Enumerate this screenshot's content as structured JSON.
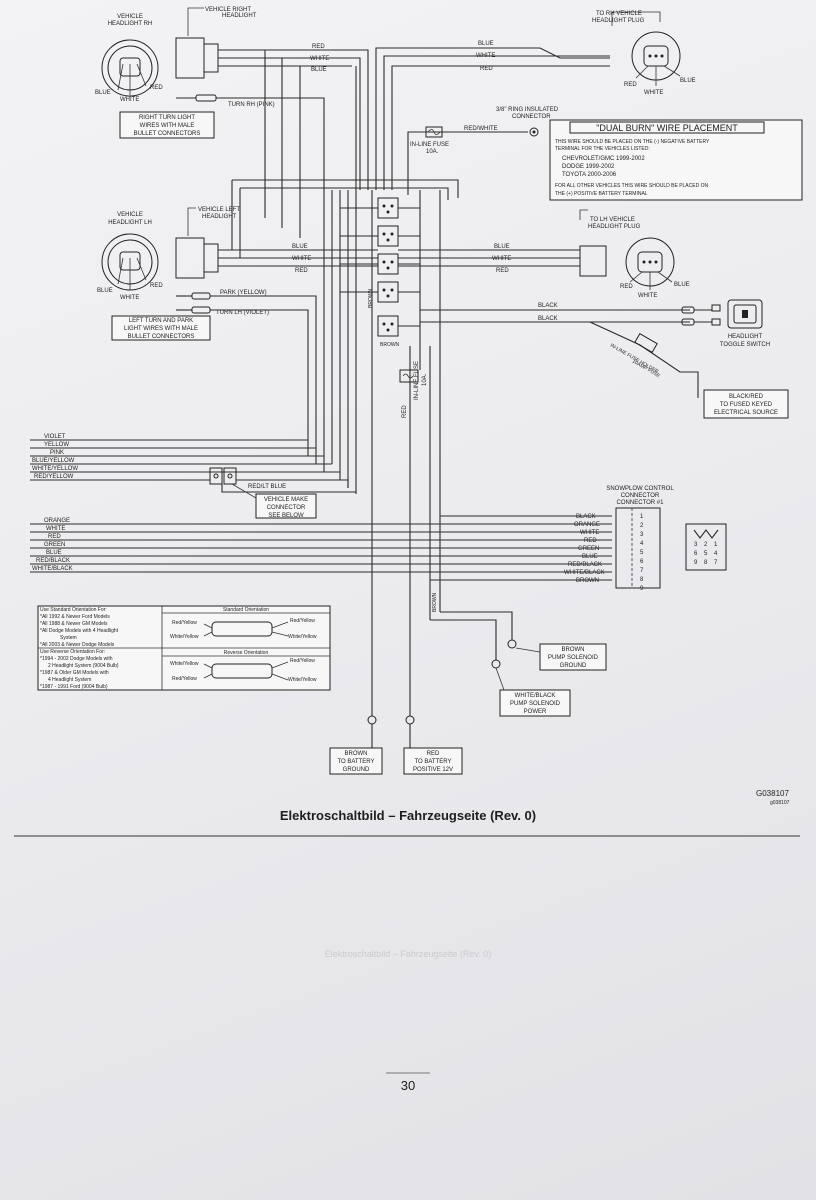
{
  "caption": "Elektroschaltbild – Fahrzeugseite (Rev. 0)",
  "drawing_number": "G038107",
  "drawing_number_small": "g038107",
  "page_number": "30",
  "faded_caption": "Elektroschaltbild – Fahrzeugseite (Rev. 0)",
  "labels": {
    "veh_hl_rh": [
      "VEHICLE",
      "HEADLIGHT RH"
    ],
    "veh_right_hl": [
      "VEHICLE RIGHT",
      "HEADLIGHT"
    ],
    "to_rh_plug": [
      "TO RH VEHICLE",
      "HEADLIGHT PLUG"
    ],
    "veh_hl_lh": [
      "VEHICLE",
      "HEADLIGHT LH"
    ],
    "veh_left_hl": [
      "VEHICLE LEFT",
      "HEADLIGHT"
    ],
    "to_lh_plug": [
      "TO LH VEHICLE",
      "HEADLIGHT PLUG"
    ],
    "right_turn_note": [
      "RIGHT TURN LIGHT",
      "WIRES WITH MALE",
      "BULLET CONNECTORS"
    ],
    "left_turn_note": [
      "LEFT TURN AND PARK",
      "LIGHT WIRES WITH MALE",
      "BULLET CONNECTORS"
    ],
    "turn_rh": "TURN RH (PINK)",
    "park": "PARK (YELLOW)",
    "turn_lh": "TURN LH (VIOLET)",
    "ring": [
      "3/8\" RING INSULATED",
      "CONNECTOR"
    ],
    "red_white": "RED/WHITE",
    "fuse1": [
      "IN-LINE FUSE",
      "10A."
    ],
    "fuse2": [
      "IN-LINE FUSE",
      "10A."
    ],
    "fuse_holder": [
      "IN-LINE FUSE HOLDER",
      "10AMP FUSE"
    ],
    "dual_burn_title": "\"DUAL BURN\" WIRE PLACEMENT",
    "dual_burn_lines": [
      "THIS WIRE SHOULD BE PLACED ON THE (-) NEGATIVE BATTERY",
      "TERMINAL FOR THE VEHICLES LISTED:",
      "CHEVROLET/GMC 1999-2002",
      "DODGE 1999-2002",
      "TOYOTA 2000-2006",
      "FOR ALL OTHER VEHICLES THIS WIRE SHOULD BE PLACED ON",
      "THE (+) POSITIVE BATTERY TERMINAL"
    ],
    "hl_switch": [
      "HEADLIGHT",
      "TOGGLE SWITCH"
    ],
    "fused_source": [
      "BLACK/RED",
      "TO FUSED KEYED",
      "ELECTRICAL SOURCE"
    ],
    "make_conn": [
      "VEHICLE MAKE",
      "CONNECTOR",
      "SEE BELOW"
    ],
    "red_lt_blue": "RED/LT BLUE",
    "snowplow": [
      "SNOWPLOW CONTROL",
      "CONNECTOR",
      "CONNECTOR #1"
    ],
    "pump_ground": [
      "BROWN",
      "PUMP SOLENOID",
      "GROUND"
    ],
    "pump_power": [
      "WHITE/BLACK",
      "PUMP SOLENOID",
      "POWER"
    ],
    "bat_ground": [
      "BROWN",
      "TO BATTERY",
      "GROUND"
    ],
    "bat_pos": [
      "RED",
      "TO BATTERY",
      "POSITIVE 12V"
    ],
    "brown": "BROWN",
    "red": "RED",
    "black": "BLACK",
    "blue": "BLUE",
    "white": "WHITE"
  },
  "wire_colors_rh_top": [
    "RED",
    "WHITE",
    "BLUE"
  ],
  "wire_colors_rh_plug": [
    "BLUE",
    "WHITE",
    "RED"
  ],
  "wire_colors_lh": [
    "BLUE",
    "WHITE",
    "RED"
  ],
  "left_bundle": [
    "VIOLET",
    "YELLOW",
    "PINK",
    "BLUE/YELLOW",
    "WHITE/YELLOW",
    "RED/YELLOW"
  ],
  "harness_left": [
    "ORANGE",
    "WHITE",
    "RED",
    "GREEN",
    "BLUE",
    "RED/BLACK",
    "WHITE/BLACK"
  ],
  "snowplow_wires": [
    "BLACK",
    "ORANGE",
    "WHITE",
    "RED",
    "GREEN",
    "BLUE",
    "RED/BLACK",
    "WHITE/BLACK",
    "BROWN"
  ],
  "snowplow_pins": [
    "1",
    "2",
    "3",
    "4",
    "5",
    "6",
    "7",
    "8",
    "9"
  ],
  "pin_grid": [
    "3",
    "2",
    "1",
    "6",
    "5",
    "4",
    "9",
    "8",
    "7"
  ],
  "orientation": {
    "std_header": [
      "Use Standard Orientation For:",
      "*All 1992 & Newer Ford Models",
      "*All 1988 & Newer GM Models",
      "*All Dodge Models with 4 Headlight",
      "System",
      "*All 2003 & Newer Dodge Models"
    ],
    "rev_header": [
      "Use Reverse Orientation For:",
      "*1994 - 2002 Dodge Models with",
      "2 Headlight System (9004 Bulb)",
      "*1987 & Older GM Models with",
      "4 Headlight System",
      "*1987 - 1991 Ford (9004 Bulb)"
    ],
    "std_title": "Standard Orientation",
    "rev_title": "Reverse Orientation",
    "std_left": [
      "Red/Yellow",
      "White/Yellow"
    ],
    "std_right": [
      "Red/Yellow",
      "White/Yellow"
    ],
    "rev_left": [
      "White/Yellow",
      "Red/Yellow"
    ],
    "rev_right": [
      "Red/Yellow",
      "White/Yellow"
    ]
  }
}
